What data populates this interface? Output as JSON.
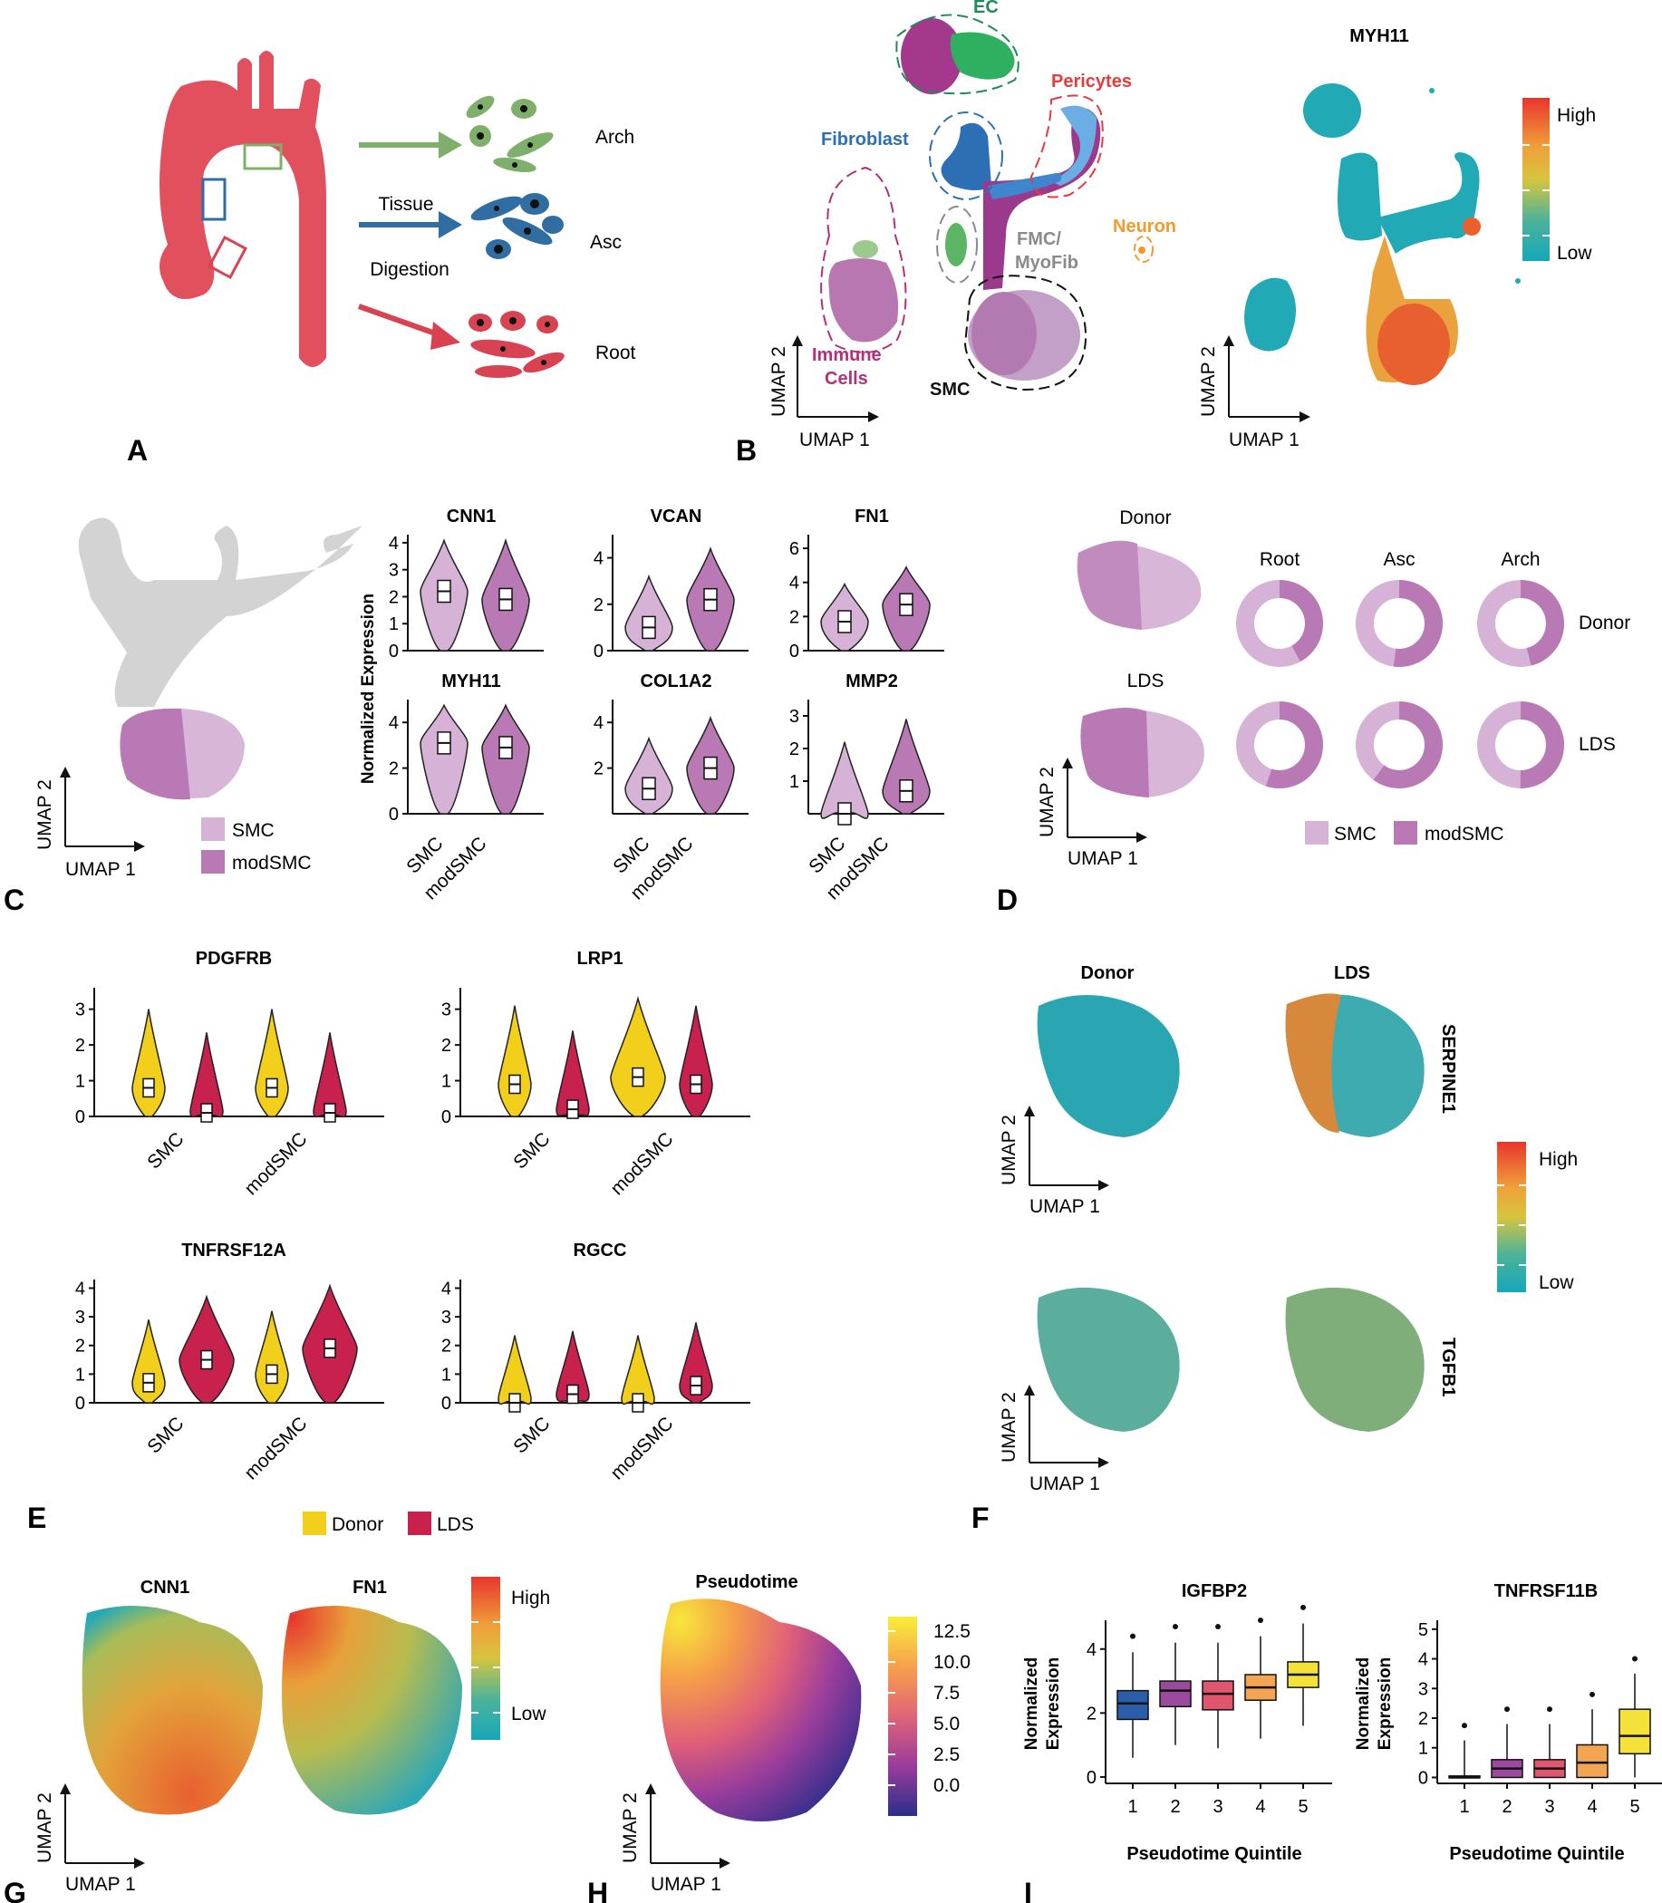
{
  "panels": {
    "A": {
      "letter": "A",
      "arrow_labels": [
        "Tissue",
        "Digestion"
      ],
      "region_labels": [
        "Arch",
        "Asc",
        "Root"
      ],
      "colors": {
        "vessel": "#e1505c",
        "arch": "#7fb06b",
        "asc": "#2f6da3",
        "root": "#d94251"
      }
    },
    "B": {
      "letter": "B",
      "clusters": [
        "EC",
        "Pericytes",
        "Fibroblast",
        "Neuron",
        "FMC/",
        "MyoFib",
        "Immune",
        "Cells",
        "SMC"
      ],
      "cluster_colors": {
        "EC": "#1f8a5a",
        "Pericytes": "#e53b3b",
        "Fibroblast": "#2d6fb5",
        "Neuron": "#f19a2d",
        "FMC": "#8a8a8a",
        "Immune": "#b4307a",
        "SMC": "#111111"
      },
      "feature_title": "MYH11",
      "scale_high": "High",
      "scale_low": "Low",
      "axis_x": "UMAP 1",
      "axis_y": "UMAP 2"
    },
    "C": {
      "letter": "C",
      "legend": [
        "SMC",
        "modSMC"
      ],
      "legend_colors": [
        "#d6b3d6",
        "#b879b4"
      ],
      "ylabel": "Normalized Expression",
      "groups": [
        "SMC",
        "modSMC"
      ],
      "axis_x": "UMAP 1",
      "axis_y": "UMAP 2"
    },
    "D": {
      "letter": "D",
      "umap_titles": [
        "Donor",
        "LDS"
      ],
      "columns": [
        "Root",
        "Asc",
        "Arch"
      ],
      "rows": [
        "Donor",
        "LDS"
      ],
      "legend": [
        "SMC",
        "modSMC"
      ],
      "axis_x": "UMAP 1",
      "axis_y": "UMAP 2"
    },
    "E": {
      "letter": "E",
      "legend": [
        "Donor",
        "LDS"
      ],
      "legend_colors": [
        "#f2cf1a",
        "#c8214e"
      ],
      "groups": [
        "SMC",
        "modSMC"
      ]
    },
    "F": {
      "letter": "F",
      "col_titles": [
        "Donor",
        "LDS"
      ],
      "genes": [
        "SERPINE1",
        "TGFB1"
      ],
      "scale_high": "High",
      "scale_low": "Low",
      "axis_x": "UMAP 1",
      "axis_y": "UMAP 2"
    },
    "G": {
      "letter": "G",
      "titles": [
        "CNN1",
        "FN1"
      ],
      "scale_high": "High",
      "scale_low": "Low",
      "axis_x": "UMAP 1",
      "axis_y": "UMAP 2"
    },
    "H": {
      "letter": "H",
      "title": "Pseudotime",
      "scale_ticks": [
        "12.5",
        "10.0",
        "7.5",
        "5.0",
        "2.5",
        "0.0"
      ],
      "axis_x": "UMAP 1",
      "axis_y": "UMAP 2"
    },
    "I": {
      "letter": "I",
      "ylabel": [
        "Normalized",
        "Expression"
      ],
      "xlabel": "Pseudotime Quintile",
      "quintile_colors": [
        "#2a5ea8",
        "#9b4a9e",
        "#e0566e",
        "#f3a552",
        "#f4e23a"
      ]
    }
  },
  "chart_data": [
    {
      "type": "violin",
      "panel": "C",
      "title": "CNN1",
      "categories": [
        "SMC",
        "modSMC"
      ],
      "medians": [
        2.2,
        1.9
      ],
      "yticks": [
        "0",
        "1",
        "2",
        "3",
        "4"
      ],
      "ylim": [
        0,
        4.3
      ]
    },
    {
      "type": "violin",
      "panel": "C",
      "title": "VCAN",
      "categories": [
        "SMC",
        "modSMC"
      ],
      "medians": [
        1.0,
        2.2
      ],
      "yticks": [
        "0",
        "2",
        "4"
      ],
      "ylim": [
        0,
        5.0
      ]
    },
    {
      "type": "violin",
      "panel": "C",
      "title": "FN1",
      "categories": [
        "SMC",
        "modSMC"
      ],
      "medians": [
        1.7,
        2.7
      ],
      "yticks": [
        "0",
        "2",
        "4",
        "6"
      ],
      "ylim": [
        0,
        6.8
      ]
    },
    {
      "type": "violin",
      "panel": "C",
      "title": "MYH11",
      "categories": [
        "SMC",
        "modSMC"
      ],
      "medians": [
        3.1,
        2.9
      ],
      "yticks": [
        "0",
        "2",
        "4"
      ],
      "ylim": [
        0,
        5.0
      ]
    },
    {
      "type": "violin",
      "panel": "C",
      "title": "COL1A2",
      "categories": [
        "SMC",
        "modSMC"
      ],
      "medians": [
        1.1,
        2.0
      ],
      "yticks": [
        "2",
        "4"
      ],
      "ylim": [
        0,
        5.0
      ]
    },
    {
      "type": "violin",
      "panel": "C",
      "title": "MMP2",
      "categories": [
        "SMC",
        "modSMC"
      ],
      "medians": [
        0.0,
        0.7
      ],
      "yticks": [
        "1",
        "2",
        "3"
      ],
      "ylim": [
        0,
        3.5
      ]
    },
    {
      "type": "violin",
      "panel": "E",
      "title": "PDGFRB",
      "categories": [
        "SMC",
        "modSMC"
      ],
      "series": [
        {
          "name": "Donor",
          "medians": [
            0.8,
            0.8
          ]
        },
        {
          "name": "LDS",
          "medians": [
            0.1,
            0.1
          ]
        }
      ],
      "yticks": [
        "0",
        "1",
        "2",
        "3"
      ],
      "ylim": [
        0,
        3.6
      ]
    },
    {
      "type": "violin",
      "panel": "E",
      "title": "LRP1",
      "categories": [
        "SMC",
        "modSMC"
      ],
      "series": [
        {
          "name": "Donor",
          "medians": [
            0.9,
            1.1
          ]
        },
        {
          "name": "LDS",
          "medians": [
            0.2,
            0.9
          ]
        }
      ],
      "yticks": [
        "0",
        "1",
        "2",
        "3"
      ],
      "ylim": [
        0,
        3.6
      ]
    },
    {
      "type": "violin",
      "panel": "E",
      "title": "TNFRSF12A",
      "categories": [
        "SMC",
        "modSMC"
      ],
      "series": [
        {
          "name": "Donor",
          "medians": [
            0.7,
            1.0
          ]
        },
        {
          "name": "LDS",
          "medians": [
            1.5,
            1.9
          ]
        }
      ],
      "yticks": [
        "0",
        "1",
        "2",
        "3",
        "4"
      ],
      "ylim": [
        0,
        4.3
      ]
    },
    {
      "type": "violin",
      "panel": "E",
      "title": "RGCC",
      "categories": [
        "SMC",
        "modSMC"
      ],
      "series": [
        {
          "name": "Donor",
          "medians": [
            0.0,
            0.0
          ]
        },
        {
          "name": "LDS",
          "medians": [
            0.3,
            0.6
          ]
        }
      ],
      "yticks": [
        "0",
        "1",
        "2",
        "3",
        "4"
      ],
      "ylim": [
        0,
        4.3
      ]
    },
    {
      "type": "box",
      "panel": "I",
      "title": "IGFBP2",
      "categories": [
        "1",
        "2",
        "3",
        "4",
        "5"
      ],
      "q1": [
        1.8,
        2.2,
        2.1,
        2.4,
        2.8
      ],
      "median": [
        2.3,
        2.7,
        2.6,
        2.8,
        3.2
      ],
      "q3": [
        2.7,
        3.0,
        3.0,
        3.2,
        3.6
      ],
      "yticks": [
        "0",
        "2",
        "4"
      ],
      "ylim": [
        -0.2,
        4.9
      ]
    },
    {
      "type": "box",
      "panel": "I",
      "title": "TNFRSF11B",
      "categories": [
        "1",
        "2",
        "3",
        "4",
        "5"
      ],
      "q1": [
        0.0,
        0.0,
        0.0,
        0.0,
        0.8
      ],
      "median": [
        0.0,
        0.3,
        0.3,
        0.5,
        1.4
      ],
      "q3": [
        0.05,
        0.6,
        0.6,
        1.1,
        2.3
      ],
      "yticks": [
        "0",
        "1",
        "2",
        "3",
        "4",
        "5"
      ],
      "ylim": [
        -0.2,
        5.3
      ]
    }
  ]
}
